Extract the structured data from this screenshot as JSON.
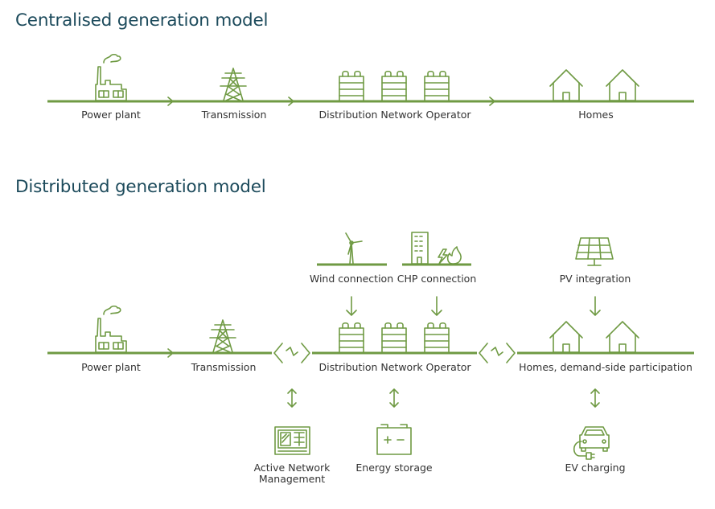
{
  "centralised": {
    "title": "Centralised generation model",
    "labels": {
      "power_plant": "Power plant",
      "transmission": "Transmission",
      "dno": "Distribution Network Operator",
      "homes": "Homes"
    }
  },
  "distributed": {
    "title": "Distributed generation model",
    "labels": {
      "power_plant": "Power plant",
      "transmission": "Transmission",
      "dno": "Distribution Network Operator",
      "homes": "Homes, demand-side participation",
      "wind": "Wind connection",
      "chp": "CHP connection",
      "pv": "PV integration",
      "anm_line1": "Active Network",
      "anm_line2": "Management",
      "storage": "Energy storage",
      "ev": "EV charging"
    }
  },
  "colors": {
    "line_green": "#6f9a43",
    "title_blue": "#1d4b5c",
    "label_gray": "#333333"
  }
}
